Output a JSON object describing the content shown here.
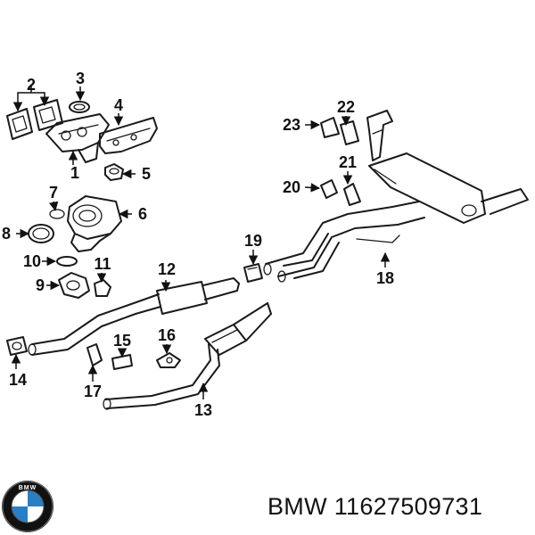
{
  "callouts": [
    "1",
    "2",
    "3",
    "4",
    "5",
    "6",
    "7",
    "8",
    "9",
    "10",
    "11",
    "12",
    "13",
    "14",
    "15",
    "16",
    "17",
    "18",
    "19",
    "20",
    "21",
    "22",
    "23"
  ],
  "footer": {
    "brand": "BMW",
    "part_number": "11627509731",
    "logo_letters": "BMW"
  },
  "colors": {
    "line": "#1a1a1a",
    "logo_blue": "#2a7fc4",
    "logo_ring": "#111111"
  }
}
